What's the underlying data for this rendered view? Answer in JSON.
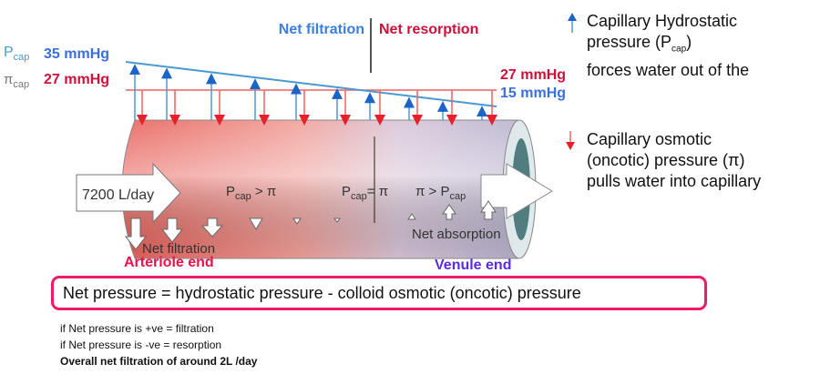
{
  "header": {
    "net_filtration": "Net filtration",
    "net_resorption": "Net resorption"
  },
  "pressures": {
    "pcap_symbol": "P",
    "pcap_sub": "cap",
    "pcap_start": "35 mmHg",
    "pi_symbol": "π",
    "pi_sub": "cap",
    "pi_start": "27 mmHg",
    "pi_end": "27 mmHg",
    "pcap_end": "15 mmHg"
  },
  "tube": {
    "flow": "7200 L/day",
    "left_relation": "P",
    "left_relation_sub": "cap",
    "left_relation_rest": " > π",
    "mid_relation": "P",
    "mid_relation_sub": "cap",
    "mid_relation_rest": "= π",
    "right_relation": "π > P",
    "right_relation_sub": "cap",
    "net_filtration": "Net filtration",
    "net_absorption": "Net absorption"
  },
  "ends": {
    "arteriole": "Arteriole end",
    "venule": "Venule end"
  },
  "legend": {
    "hydrostatic_l1": "Capillary Hydrostatic",
    "hydrostatic_l2": "pressure (P",
    "hydrostatic_sub": "cap",
    "hydrostatic_l2_end": ")",
    "hydrostatic_l3": "forces water out of the",
    "osmotic_l1": "Capillary osmotic",
    "osmotic_l2": "(oncotic) pressure (π)",
    "osmotic_l3": "pulls water into capillary"
  },
  "formula": "Net pressure = hydrostatic pressure - colloid osmotic (oncotic) pressure",
  "notes": [
    "if Net pressure is +ve = filtration",
    "if Net pressure is -ve = resorption",
    "Overall net filtration of around 2L /day"
  ],
  "colors": {
    "blue": "#3a7fe0",
    "red": "#d0103a",
    "pink_box": "#f0196a",
    "venule": "#5a2be0"
  }
}
